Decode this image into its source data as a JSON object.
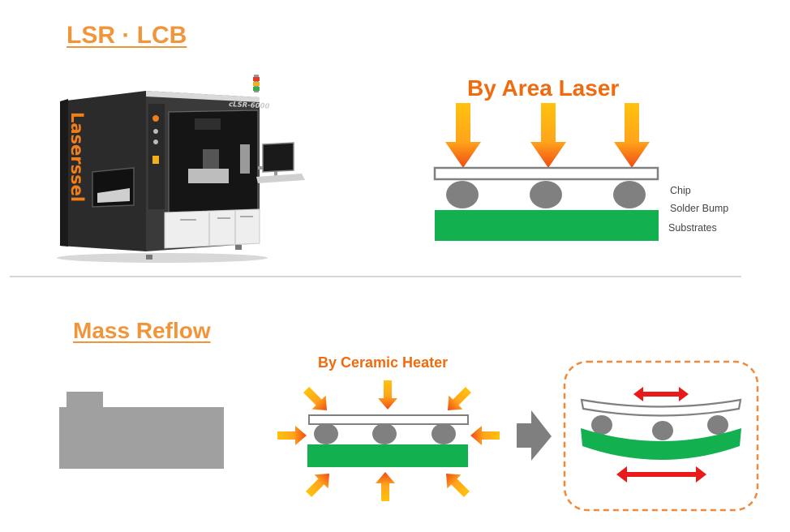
{
  "top": {
    "title": "LSR · LCB",
    "diagram_title": "By Area Laser",
    "labels": {
      "chip": "Chip",
      "bump": "Solder Bump",
      "substrate": "Substrates"
    },
    "machine": {
      "brand": "Laserssel",
      "model": "cLSR-6000"
    }
  },
  "bottom": {
    "title": "Mass Reflow",
    "diagram_title": "By Ceramic Heater"
  },
  "colors": {
    "section_title": "#F0953A",
    "diagram_title": "#F06A0E",
    "substrate_green": "#12B04F",
    "bump_gray": "#808080",
    "red_arrow": "#E81A1A",
    "dashed_border": "#F08A3A"
  }
}
